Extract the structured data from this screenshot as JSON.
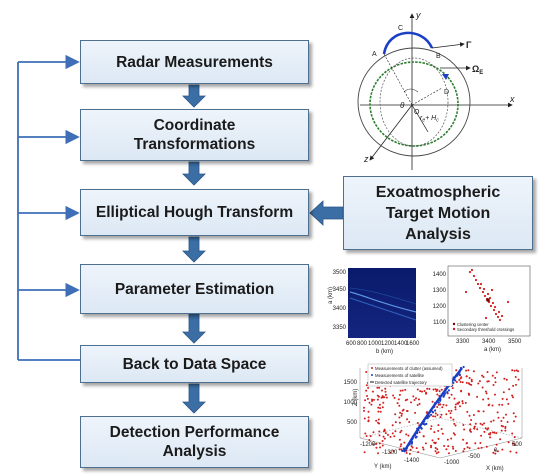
{
  "flow": {
    "radar": [
      "Radar Measurements"
    ],
    "coord": [
      "Coordinate",
      "Transformations"
    ],
    "hough": [
      "Elliptical Hough Transform"
    ],
    "param": [
      "Parameter Estimation"
    ],
    "back": [
      "Back to Data Space"
    ],
    "detect": [
      "Detection Performance",
      "Analysis"
    ],
    "exo": [
      "Exoatmospheric",
      "Target Motion",
      "Analysis"
    ]
  },
  "orbit_diagram": {
    "labels": {
      "y": "y",
      "x": "x",
      "z": "z",
      "A": "A",
      "B": "B",
      "C": "C",
      "D": "D",
      "O": "O",
      "gamma": "Γ",
      "omega": "Ω",
      "omega_sub": "E",
      "theta": "θ",
      "radius": "r",
      "radius_sub": "e",
      "radius_plus": "+ H",
      "radius_plus_sub": "c"
    },
    "colors": {
      "arc": "#1a3fc4",
      "earth_ring": "#2e7d32",
      "axis": "#222222"
    }
  },
  "heatmap": {
    "yticks": [
      "3500",
      "3450",
      "3400",
      "3350"
    ],
    "xticks": [
      "600",
      "800",
      "1000",
      "1200",
      "1400",
      "1600"
    ],
    "ylabel": "a (km)",
    "xlabel": "b (km)"
  },
  "scatter": {
    "yticks": [
      "1400",
      "1300",
      "1200",
      "1100"
    ],
    "xticks": [
      "3300",
      "3400",
      "3500"
    ],
    "xlabel": "a (km)",
    "legend": [
      "Clustering center",
      "Secondary threshold crossings"
    ]
  },
  "plot3d": {
    "legend": [
      "Measurements of clutter (assumed)",
      "Measurements of satellite",
      "Detected satellite trajectory"
    ],
    "zticks": [
      "1500",
      "1000",
      "500"
    ],
    "zlabel": "Z (km)",
    "yticks": [
      "-1200",
      "-1300",
      "-1400"
    ],
    "ylabel": "Y (km)",
    "xticks": [
      "500",
      "0",
      "-500",
      "-1000"
    ],
    "xlabel": "X (km)"
  },
  "colors": {
    "arrow": "#3a6ea5",
    "box_border": "#4f6f8f",
    "feedback": "#3e6fb8"
  }
}
